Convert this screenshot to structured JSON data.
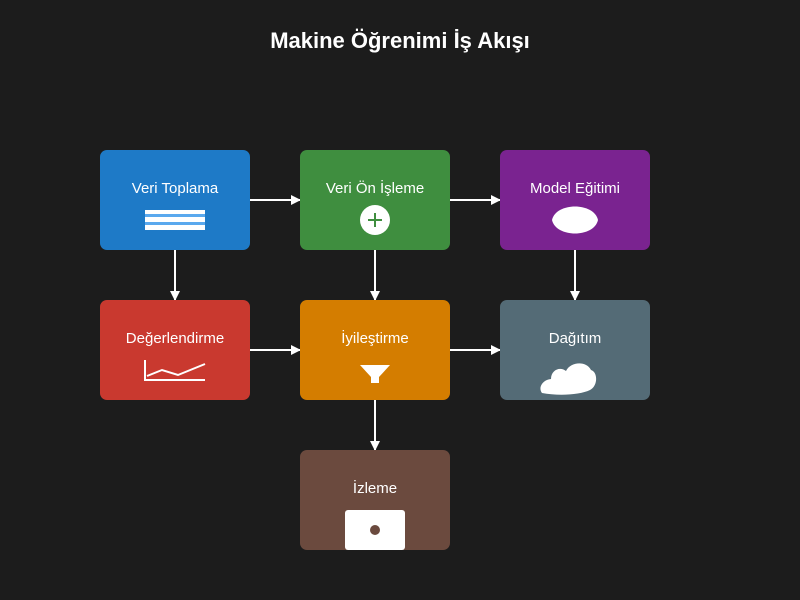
{
  "title": "Makine Öğrenimi İş Akışı",
  "nodes": {
    "collect": {
      "label": "Veri Toplama",
      "color": "#1e7ac7",
      "icon": "database-stripes-icon"
    },
    "preprocess": {
      "label": "Veri Ön İşleme",
      "color": "#3f8e3f",
      "icon": "plus-circle-icon"
    },
    "train": {
      "label": "Model Eğitimi",
      "color": "#7a2390",
      "icon": "brain-shape-icon"
    },
    "evaluate": {
      "label": "Değerlendirme",
      "color": "#c9392f",
      "icon": "line-chart-icon"
    },
    "optimize": {
      "label": "İyileştirme",
      "color": "#d47d00",
      "icon": "funnel-icon"
    },
    "deploy": {
      "label": "Dağıtım",
      "color": "#546b76",
      "icon": "cloud-icon"
    },
    "monitor": {
      "label": "İzleme",
      "color": "#6b4a3e",
      "icon": "monitor-screen-icon"
    }
  },
  "links": [
    [
      "collect",
      "preprocess"
    ],
    [
      "preprocess",
      "train"
    ],
    [
      "collect",
      "evaluate"
    ],
    [
      "preprocess",
      "optimize"
    ],
    [
      "train",
      "deploy"
    ],
    [
      "evaluate",
      "optimize"
    ],
    [
      "optimize",
      "deploy"
    ],
    [
      "optimize",
      "monitor"
    ]
  ],
  "colors": {
    "background": "#1c1c1c",
    "arrow": "#ffffff"
  }
}
